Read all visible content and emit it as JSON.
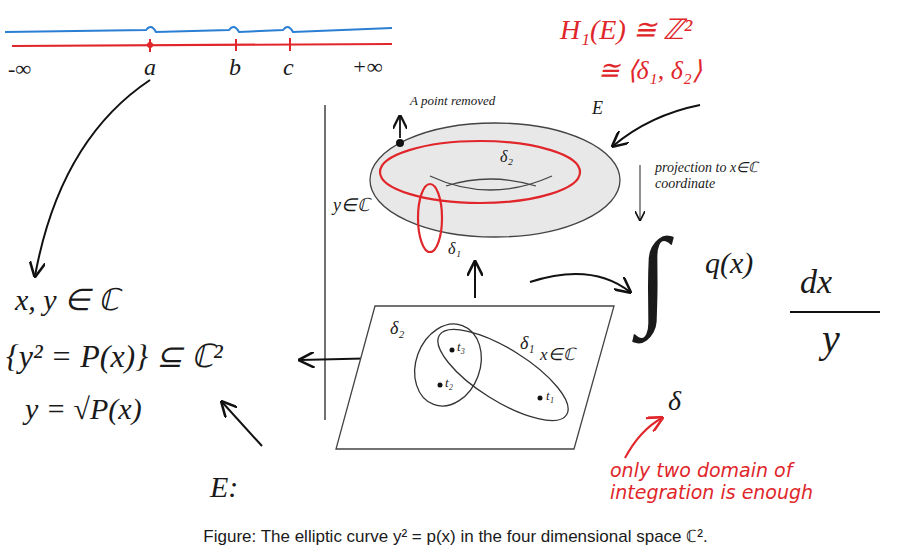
{
  "diagram": {
    "caption": "Figure: The elliptic curve y² = p(x) in the four dimensional space ℂ².",
    "nodes": [
      {
        "text": [
          "x∈ℂ"
        ]
      }
    ],
    "labels": [
      "-∞",
      "a",
      "b",
      "c",
      "+∞",
      "H₁(E) ≅ ℤ²",
      "≅ ⟨δ₁, δ₂⟩",
      "A point removed",
      "E",
      "δ₂",
      "δ₁",
      "projection to x∈ℂ coordinate",
      "y∈ℂ",
      "x, y ∈ ℂ",
      "{y² = P(x)} ⊆ ℂ²",
      "y = √P(x)",
      "δ₂",
      "δ₁",
      "t₃",
      "t₂",
      "t₁",
      "E:",
      "∫",
      "q(x)",
      "dx",
      "y",
      "δ",
      "only two domain of integration is enough"
    ]
  }
}
